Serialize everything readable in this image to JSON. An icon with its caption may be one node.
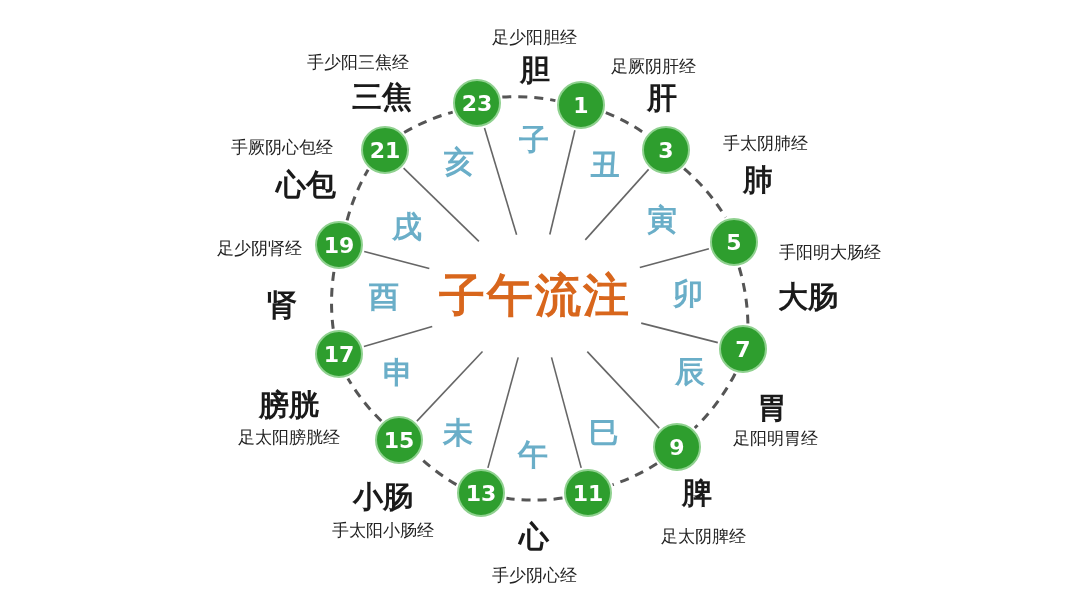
{
  "diagram": {
    "nodes": [
      {
        "text": [
          "子午流注"
        ]
      },
      {
        "text": [
          "1"
        ]
      },
      {
        "text": [
          "3"
        ]
      },
      {
        "text": [
          "5"
        ]
      },
      {
        "text": [
          "7"
        ]
      },
      {
        "text": [
          "9"
        ]
      },
      {
        "text": [
          "11"
        ]
      },
      {
        "text": [
          "13"
        ]
      },
      {
        "text": [
          "15"
        ]
      },
      {
        "text": [
          "17"
        ]
      },
      {
        "text": [
          "19"
        ]
      },
      {
        "text": [
          "21"
        ]
      },
      {
        "text": [
          "23"
        ]
      }
    ],
    "edges": [
      {
        "from": 0,
        "to": 1,
        "arrow": "none"
      },
      {
        "from": 0,
        "to": 2,
        "arrow": "none"
      },
      {
        "from": 0,
        "to": 3,
        "arrow": "none"
      },
      {
        "from": 0,
        "to": 4,
        "arrow": "none"
      },
      {
        "from": 0,
        "to": 5,
        "arrow": "none"
      },
      {
        "from": 0,
        "to": 6,
        "arrow": "none"
      },
      {
        "from": 0,
        "to": 7,
        "arrow": "none"
      },
      {
        "from": 0,
        "to": 8,
        "arrow": "none"
      },
      {
        "from": 0,
        "to": 9,
        "arrow": "none"
      },
      {
        "from": 0,
        "to": 10,
        "arrow": "none"
      },
      {
        "from": 0,
        "to": 11,
        "arrow": "none"
      },
      {
        "from": 0,
        "to": 12,
        "arrow": "none"
      },
      {
        "from": 1,
        "to": 2,
        "arrow": "none",
        "style": "dashed"
      },
      {
        "from": 2,
        "to": 3,
        "arrow": "none",
        "style": "dashed"
      },
      {
        "from": 3,
        "to": 4,
        "arrow": "none",
        "style": "dashed"
      },
      {
        "from": 4,
        "to": 5,
        "arrow": "none",
        "style": "dashed"
      },
      {
        "from": 5,
        "to": 6,
        "arrow": "none",
        "style": "dashed"
      },
      {
        "from": 6,
        "to": 7,
        "arrow": "none",
        "style": "dashed"
      },
      {
        "from": 7,
        "to": 8,
        "arrow": "none",
        "style": "dashed"
      },
      {
        "from": 8,
        "to": 9,
        "arrow": "none",
        "style": "dashed"
      },
      {
        "from": 9,
        "to": 10,
        "arrow": "none",
        "style": "dashed"
      },
      {
        "from": 10,
        "to": 11,
        "arrow": "none",
        "style": "dashed"
      },
      {
        "from": 11,
        "to": 12,
        "arrow": "none",
        "style": "dashed"
      },
      {
        "from": 12,
        "to": 1,
        "arrow": "none",
        "style": "dashed"
      }
    ],
    "labels": [
      "足少阳胆经",
      "手少阳三焦经",
      "足厥阴肝经",
      "胆",
      "三焦",
      "肝",
      "手厥阴心包经",
      "手太阴肺经",
      "子",
      "亥",
      "丑",
      "心包",
      "肺",
      "戌",
      "寅",
      "足少阴肾经",
      "手阳明大肠经",
      "肾",
      "酉",
      "卯",
      "大肠",
      "申",
      "辰",
      "膀胱",
      "胃",
      "足太阳膀胱经",
      "未",
      "巳",
      "足阳明胃经",
      "午",
      "小肠",
      "脾",
      "手太阳小肠经",
      "心",
      "足太阴脾经",
      "手少阴心经"
    ]
  }
}
